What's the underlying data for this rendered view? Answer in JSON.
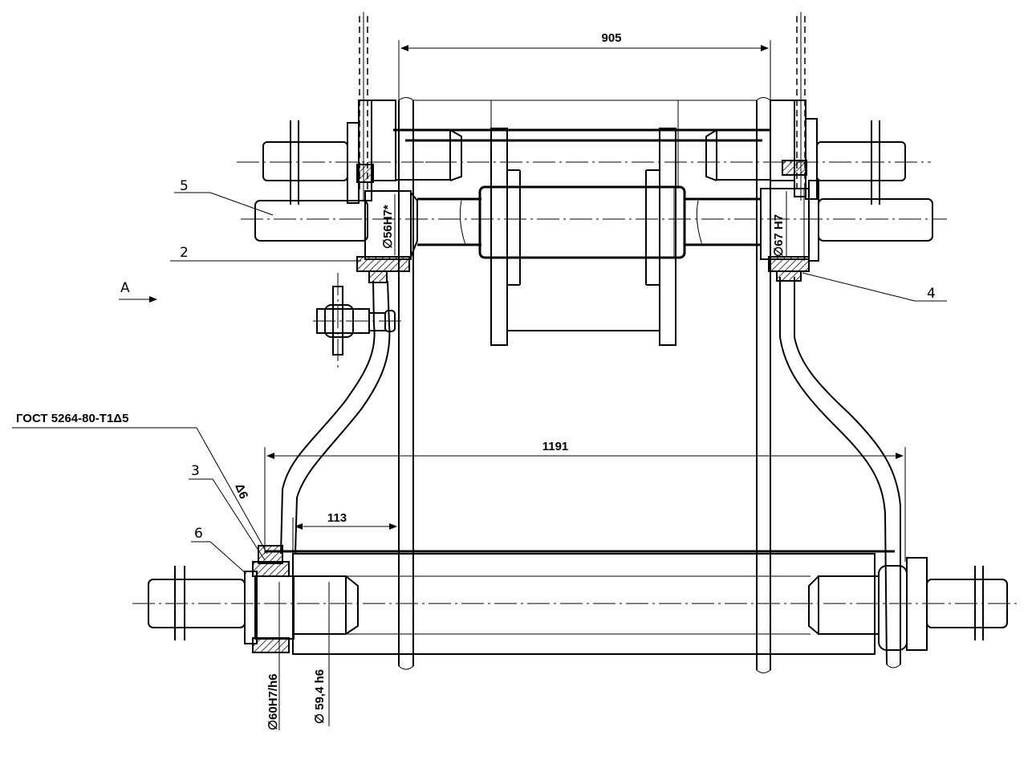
{
  "dimensions": {
    "top_width": "905",
    "overall_width": "1191",
    "offset": "113"
  },
  "fits": {
    "left_bore": "∅56H7*",
    "right_bore": "∅67 H7",
    "lower_bore": "∅60H7/h6",
    "lower_shaft": "∅ 59,4 h6"
  },
  "weld_note": "ГОСТ 5264-80-Т1Δ5",
  "weld_leg": "Δ6",
  "view_label": "А",
  "callouts": [
    "5",
    "2",
    "4",
    "3",
    "6"
  ]
}
